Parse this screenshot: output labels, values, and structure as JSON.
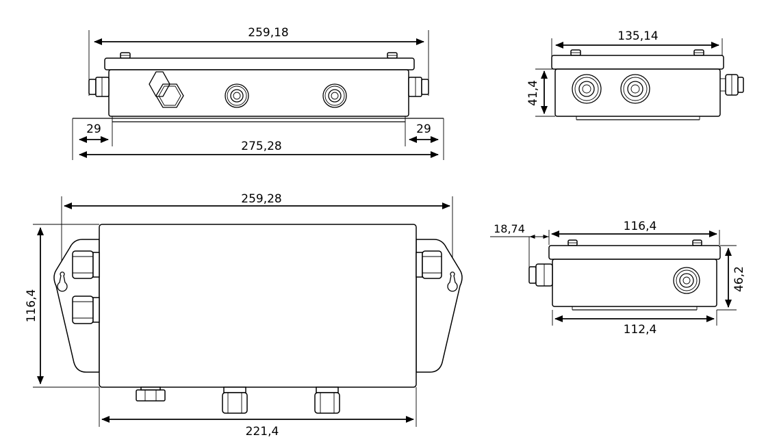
{
  "dimensions": {
    "front_width_top": "259,18",
    "front_side_left": "29",
    "front_side_right": "29",
    "front_base_width": "275,28",
    "side_width": "135,14",
    "side_height": "41,4",
    "top_width": "259,28",
    "top_height": "116,4",
    "top_body_width": "221,4",
    "rear_offset": "18,74",
    "rear_top_width": "116,4",
    "rear_bottom_width": "112,4",
    "rear_height": "46,2"
  }
}
